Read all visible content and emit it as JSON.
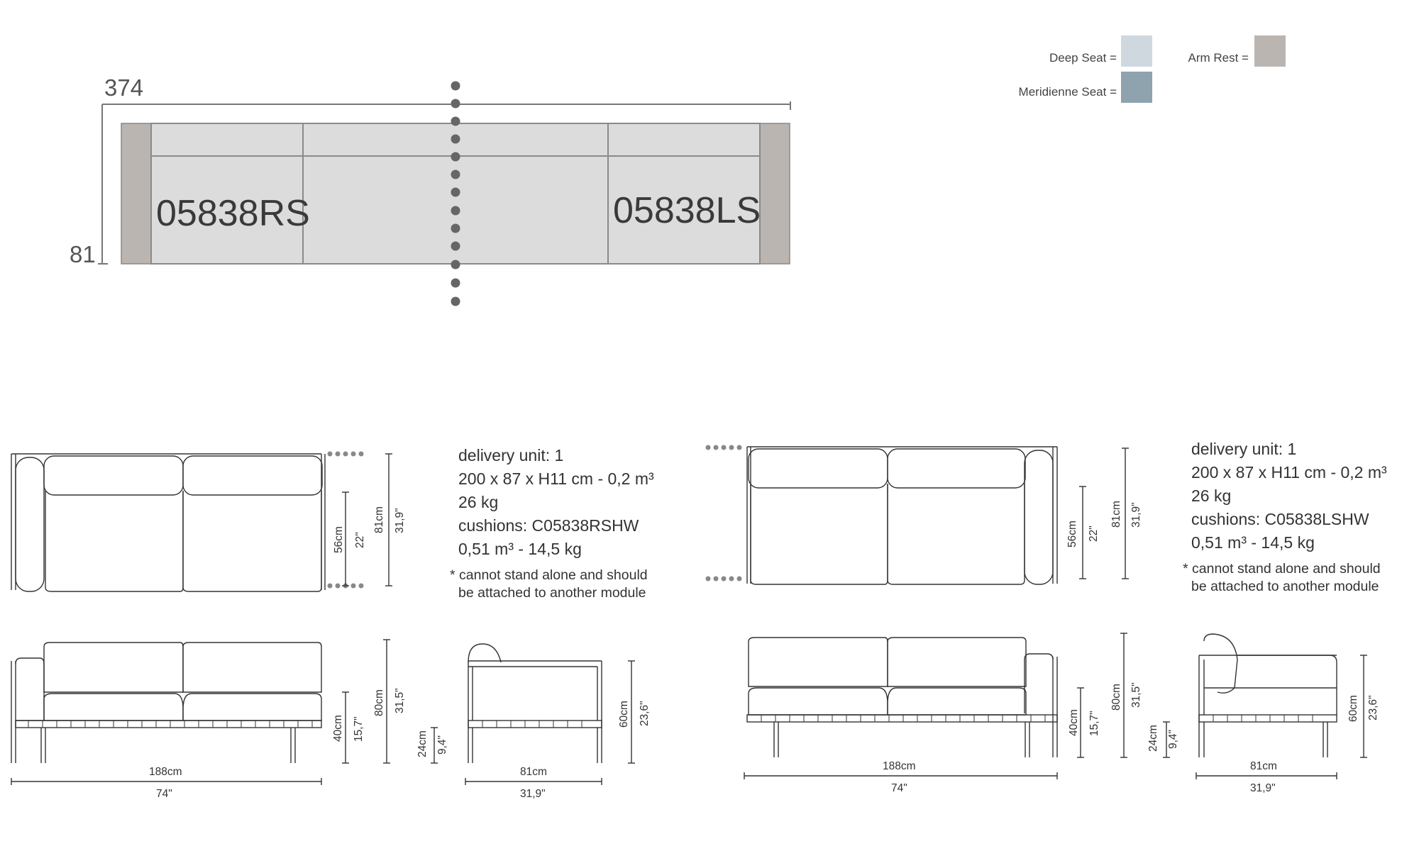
{
  "colors": {
    "deep_seat": "#cfd8df",
    "meridienne_seat": "#8ea3ae",
    "arm_rest": "#bbb5b1",
    "module_fill": "#dcdcdc",
    "outline": "#8a8a8a",
    "dot": "#666666"
  },
  "legend": {
    "deep_seat": "Deep Seat =",
    "meridienne_seat": "Meridienne Seat =",
    "arm_rest": "Arm Rest ="
  },
  "plan": {
    "width_label": "374",
    "depth_label": "81",
    "left_module": "05838RS",
    "right_module": "05838LS"
  },
  "rs": {
    "info": {
      "delivery": "delivery unit: 1",
      "size": "200 x 87 x H11 cm - 0,2 m³",
      "weight": "26 kg",
      "cushions": "cushions: C05838RSHW",
      "cushion_vol": "0,51 m³ - 14,5 kg",
      "note1": "* cannot stand alone and should",
      "note2": "be attached to another module"
    },
    "top_dims": {
      "inner_cm": "56cm",
      "inner_in": "22\"",
      "outer_cm": "81cm",
      "outer_in": "31,9\""
    },
    "front_dims": {
      "height_cm": "80cm",
      "height_in": "31,5\"",
      "seat_cm": "40cm",
      "seat_in": "15,7\"",
      "width_cm": "188cm",
      "width_in": "74\""
    },
    "side_dims": {
      "low_cm": "24cm",
      "low_in": "9,4\"",
      "height_cm": "60cm",
      "height_in": "23,6\"",
      "width_cm": "81cm",
      "width_in": "31,9\""
    }
  },
  "ls": {
    "info": {
      "delivery": "delivery unit: 1",
      "size": "200 x 87 x H11 cm - 0,2 m³",
      "weight": "26 kg",
      "cushions": "cushions: C05838LSHW",
      "cushion_vol": "0,51 m³ - 14,5 kg",
      "note1": "* cannot stand alone and should",
      "note2": "be attached to another module"
    },
    "top_dims": {
      "inner_cm": "56cm",
      "inner_in": "22\"",
      "outer_cm": "81cm",
      "outer_in": "31,9\""
    },
    "front_dims": {
      "height_cm": "80cm",
      "height_in": "31,5\"",
      "seat_cm": "40cm",
      "seat_in": "15,7\"",
      "width_cm": "188cm",
      "width_in": "74\""
    },
    "side_dims": {
      "low_cm": "24cm",
      "low_in": "9,4\"",
      "height_cm": "60cm",
      "height_in": "23,6\"",
      "width_cm": "81cm",
      "width_in": "31,9\""
    }
  }
}
